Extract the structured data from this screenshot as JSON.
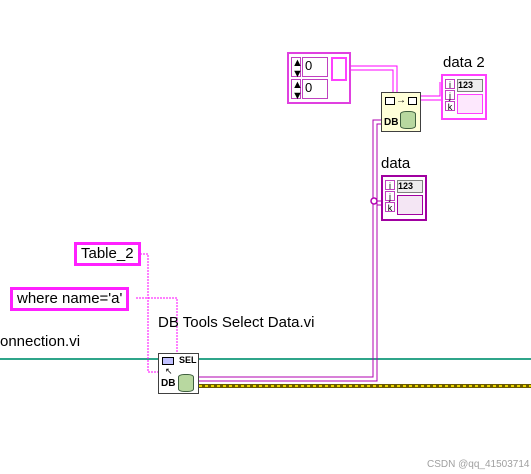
{
  "constants": {
    "table_name": "Table_2",
    "condition": "where name='a'"
  },
  "array_const": {
    "row0": "0",
    "col0": "0"
  },
  "indicators": {
    "data_label": "data",
    "data2_label": "data 2",
    "num_type": "123"
  },
  "subvi": {
    "select_label": "DB Tools Select Data.vi",
    "connection_label": "onnection.vi",
    "select_icon_text": "DB",
    "select_icon_sel": "SEL",
    "convert_icon_text": "DB"
  },
  "watermark": "CSDN @qq_41503714",
  "colors": {
    "string_wire": "#ff00ff",
    "cluster_wire": "#a000a0",
    "refnum_wire": "#6b5b00",
    "error_wire": "#d4c000",
    "connection_wire": "#2fa58a"
  }
}
